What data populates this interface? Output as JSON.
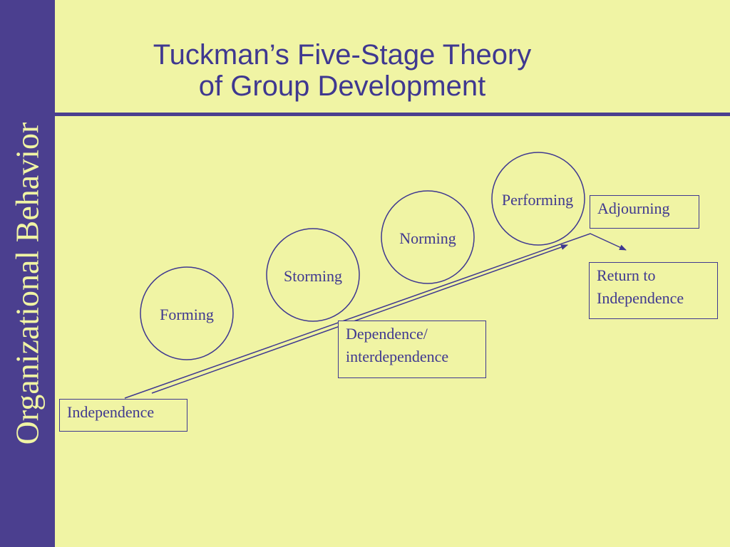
{
  "sidebar": {
    "text": "Organizational Behavior"
  },
  "title": {
    "line1": "Tuckman’s Five-Stage Theory",
    "line2": "of Group Development"
  },
  "stages": [
    "Forming",
    "Storming",
    "Norming",
    "Performing"
  ],
  "boxes": {
    "adjourning": "Adjourning",
    "return_line1": "Return to",
    "return_line2": "Independence",
    "dependence_line1": "Dependence/",
    "dependence_line2": "interdependence",
    "independence": "Independence"
  },
  "colors": {
    "background": "#f0f4a4",
    "accent": "#4b3f8f",
    "text": "#3f3890"
  }
}
